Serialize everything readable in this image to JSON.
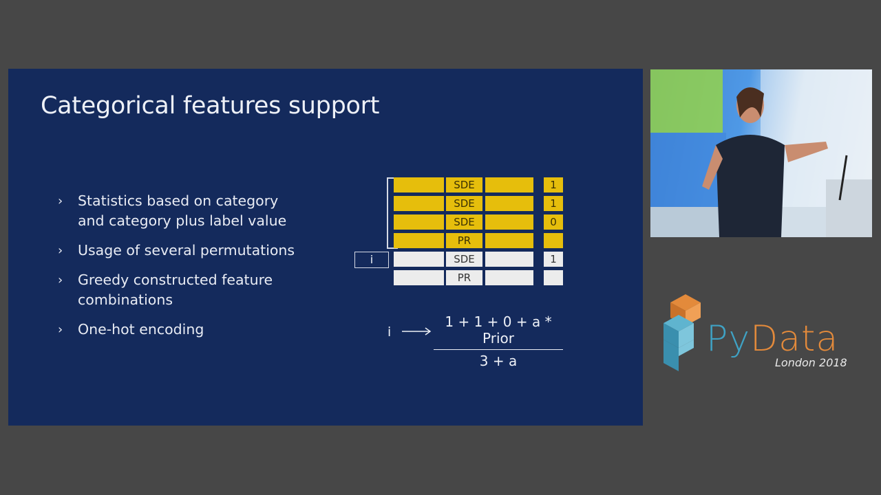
{
  "slide": {
    "title": "Categorical features support",
    "bullets": [
      "Statistics based on category and category plus label value",
      "Usage of several permutations",
      "Greedy constructed feature combinations",
      "One-hot encoding"
    ],
    "table_rows": [
      {
        "category": "SDE",
        "label": "1",
        "highlight": true
      },
      {
        "category": "SDE",
        "label": "1",
        "highlight": true
      },
      {
        "category": "SDE",
        "label": "0",
        "highlight": true
      },
      {
        "category": "PR",
        "label": "",
        "highlight": true
      },
      {
        "category": "SDE",
        "label": "1",
        "highlight": false
      },
      {
        "category": "PR",
        "label": "",
        "highlight": false
      }
    ],
    "index_label": "i",
    "formula": {
      "lhs": "i",
      "numerator": "1 + 1 + 0 + a * Prior",
      "denominator": "3 + a"
    },
    "colors": {
      "background": "#142a5c",
      "highlight": "#e6be0c",
      "neutral": "#ececec"
    }
  },
  "branding": {
    "name_py": "Py",
    "name_data": "Data",
    "subtitle": "London 2018"
  }
}
